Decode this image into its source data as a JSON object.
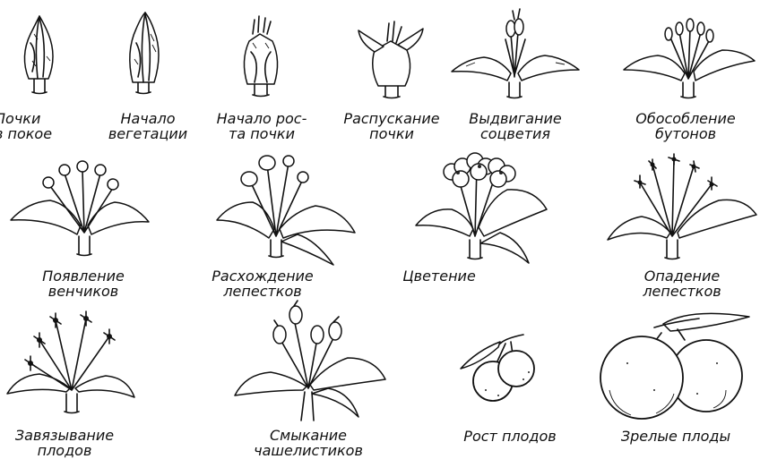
{
  "stages": [
    {
      "line1": "Почки",
      "line2": "в покое"
    },
    {
      "line1": "Начало",
      "line2": "вегетации"
    },
    {
      "line1": "Начало рос-",
      "line2": "та почки"
    },
    {
      "line1": "Распускание",
      "line2": "почки"
    },
    {
      "line1": "Выдвигание",
      "line2": "соцветия"
    },
    {
      "line1": "Обособление",
      "line2": "бутонов"
    },
    {
      "line1": "Появление",
      "line2": "венчиков"
    },
    {
      "line1": "Расхождение",
      "line2": "лепестков"
    },
    {
      "line1": "Цветение",
      "line2": ""
    },
    {
      "line1": "Опадение",
      "line2": "лепестков"
    },
    {
      "line1": "Завязывание",
      "line2": "плодов"
    },
    {
      "line1": "Смыкание",
      "line2": "чашелистиков"
    },
    {
      "line1": "Рост плодов",
      "line2": ""
    },
    {
      "line1": "Зрелые плоды",
      "line2": ""
    }
  ]
}
